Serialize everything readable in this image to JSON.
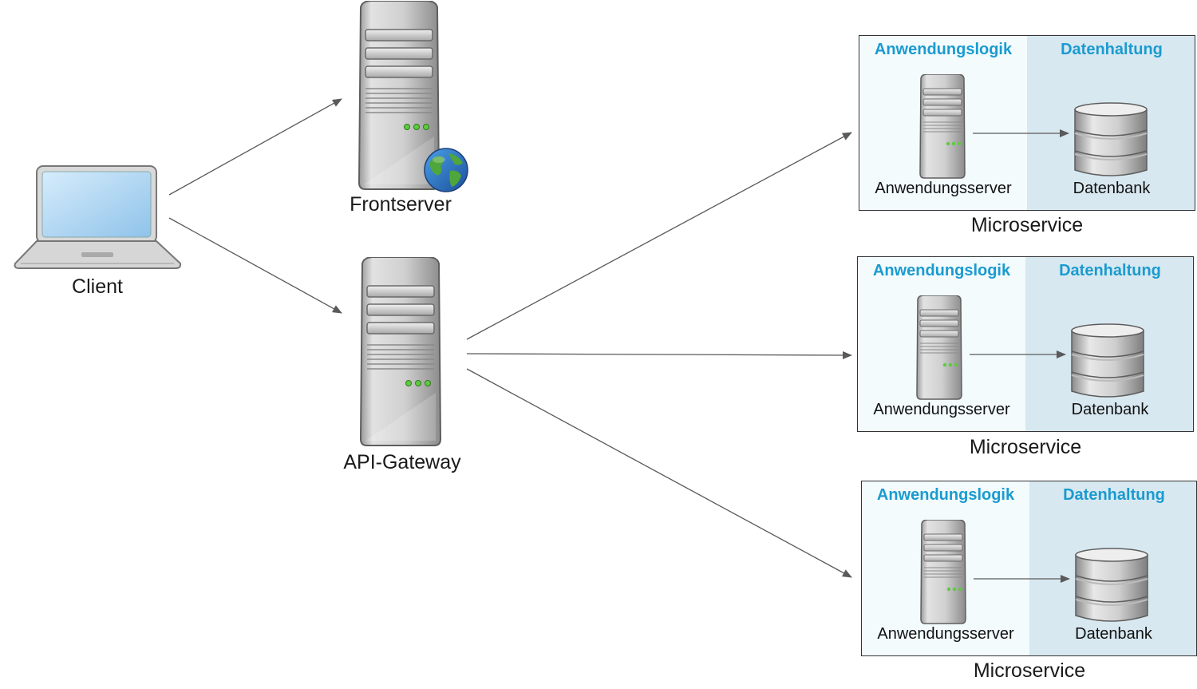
{
  "nodes": {
    "client": "Client",
    "frontserver": "Frontserver",
    "gateway": "API-Gateway"
  },
  "microservices": [
    {
      "left_heading": "Anwendungslogik",
      "right_heading": "Datenhaltung",
      "server": "Anwendungsserver",
      "db": "Datenbank",
      "caption": "Microservice"
    },
    {
      "left_heading": "Anwendungslogik",
      "right_heading": "Datenhaltung",
      "server": "Anwendungsserver",
      "db": "Datenbank",
      "caption": "Microservice"
    },
    {
      "left_heading": "Anwendungslogik",
      "right_heading": "Datenhaltung",
      "server": "Anwendungsserver",
      "db": "Datenbank",
      "caption": "Microservice"
    }
  ],
  "colors": {
    "heading": "#1a9bd0",
    "left_panel": "#f3fbfd",
    "right_panel": "#d8e8f0",
    "arrow": "#555555"
  },
  "icons": [
    "laptop-icon",
    "server-icon",
    "globe-icon",
    "database-icon"
  ]
}
